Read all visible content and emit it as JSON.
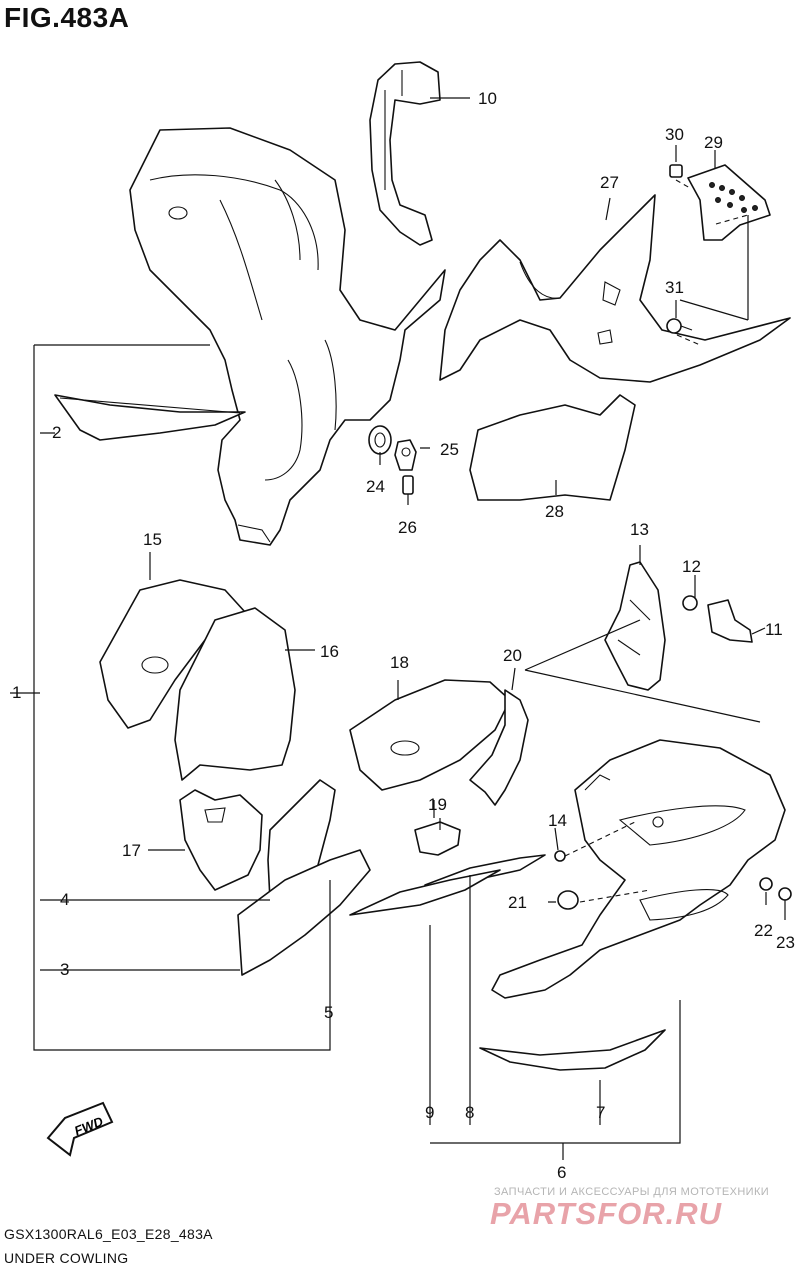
{
  "figure": {
    "title": "FIG.483A",
    "model_code": "GSX1300RAL6_E03_E28_483A",
    "section_name": "UNDER COWLING",
    "fwd_label": "FWD"
  },
  "watermark": {
    "tagline": "ЗАПЧАСТИ И АКСЕССУАРЫ ДЛЯ МОТОТЕХНИКИ",
    "logo": "PARTSFOR.RU"
  },
  "callouts": {
    "n1": "1",
    "n2": "2",
    "n3": "3",
    "n4": "4",
    "n5": "5",
    "n6": "6",
    "n7": "7",
    "n8": "8",
    "n9": "9",
    "n10": "10",
    "n11": "11",
    "n12": "12",
    "n13": "13",
    "n14": "14",
    "n15": "15",
    "n16": "16",
    "n17": "17",
    "n18": "18",
    "n19": "19",
    "n20": "20",
    "n21": "21",
    "n22": "22",
    "n23": "23",
    "n24": "24",
    "n25": "25",
    "n26": "26",
    "n27": "27",
    "n28": "28",
    "n29": "29",
    "n30": "30",
    "n31": "31"
  }
}
